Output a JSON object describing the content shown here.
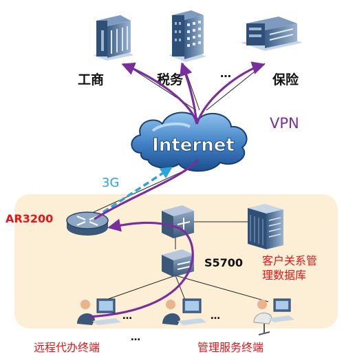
{
  "agencies": {
    "gongshang": "工商",
    "shuiwu": "税务",
    "ellipsis": "…",
    "baoxian": "保险"
  },
  "network": {
    "vpn": "VPN",
    "internet": "Internet",
    "threeg": "3G"
  },
  "devices": {
    "router": "AR3200",
    "switch": "S5700",
    "database_line1": "客户关系管",
    "database_line2": "理数据库"
  },
  "terminals": {
    "remote": "远程代办终端",
    "management": "管理服务终端",
    "ellipsis": "…"
  },
  "colors": {
    "purple": "#7a2e9c",
    "accent_red": "#e8141a",
    "threeg_blue": "#2ea3d8",
    "panel": "#fcefd6",
    "cloud": "#2b5fa0"
  }
}
